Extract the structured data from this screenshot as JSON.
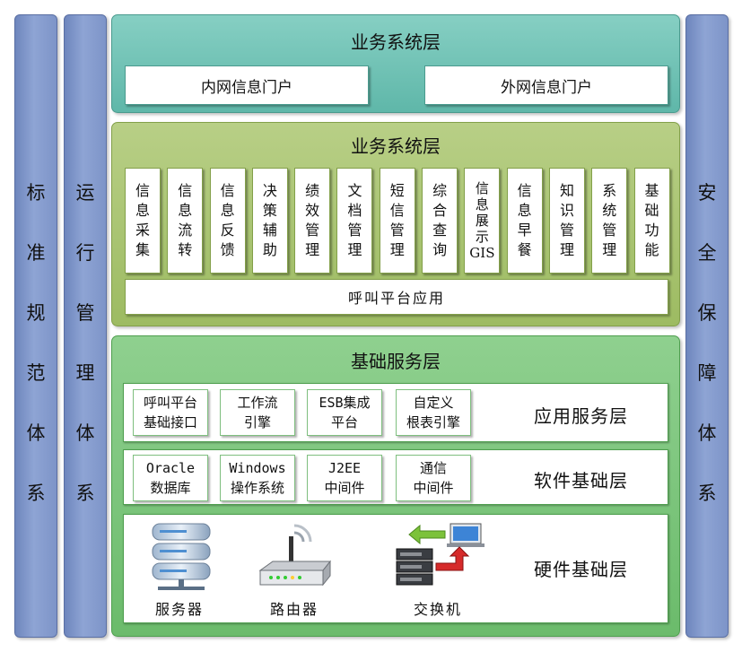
{
  "pillars": {
    "standards": [
      "标",
      "准",
      "规",
      "范",
      "体",
      "系"
    ],
    "operations": [
      "运",
      "行",
      "管",
      "理",
      "体",
      "系"
    ],
    "security": [
      "安",
      "全",
      "保",
      "障",
      "体",
      "系"
    ]
  },
  "top_layer": {
    "title": "业务系统层",
    "portals": [
      "内网信息门户",
      "外网信息门户"
    ]
  },
  "business_layer": {
    "title": "业务系统层",
    "modules": [
      [
        "信",
        "息",
        "采",
        "集"
      ],
      [
        "信",
        "息",
        "流",
        "转"
      ],
      [
        "信",
        "息",
        "反",
        "馈"
      ],
      [
        "决",
        "策",
        "辅",
        "助"
      ],
      [
        "绩",
        "效",
        "管",
        "理"
      ],
      [
        "文",
        "档",
        "管",
        "理"
      ],
      [
        "短",
        "信",
        "管",
        "理"
      ],
      [
        "综",
        "合",
        "查",
        "询"
      ],
      [
        "信",
        "息",
        "展",
        "示",
        "GIS"
      ],
      [
        "信",
        "息",
        "早",
        "餐"
      ],
      [
        "知",
        "识",
        "管",
        "理"
      ],
      [
        "系",
        "统",
        "管",
        "理"
      ],
      [
        "基",
        "础",
        "功",
        "能"
      ]
    ],
    "call_platform": "呼叫平台应用"
  },
  "base_layer": {
    "title": "基础服务层",
    "app_services": {
      "label": "应用服务层",
      "items": [
        [
          "呼叫平台",
          "基础接口"
        ],
        [
          "工作流",
          "引擎"
        ],
        [
          "ESB集成",
          "平台"
        ],
        [
          "自定义",
          "根表引擎"
        ]
      ]
    },
    "software": {
      "label": "软件基础层",
      "items": [
        [
          "Oracle",
          "数据库"
        ],
        [
          "Windows",
          "操作系统"
        ],
        [
          "J2EE",
          "中间件"
        ],
        [
          "通信",
          "中间件"
        ]
      ]
    },
    "hardware": {
      "label": "硬件基础层",
      "items": [
        {
          "label": "服务器",
          "icon": "server-icon"
        },
        {
          "label": "路由器",
          "icon": "router-icon"
        },
        {
          "label": "交换机",
          "icon": "switch-icon"
        }
      ]
    }
  },
  "colors": {
    "pillar": "#8ea4d4",
    "top_layer": "#6fc0b3",
    "business_layer": "#a9c573",
    "base_layer": "#7dc67d"
  }
}
